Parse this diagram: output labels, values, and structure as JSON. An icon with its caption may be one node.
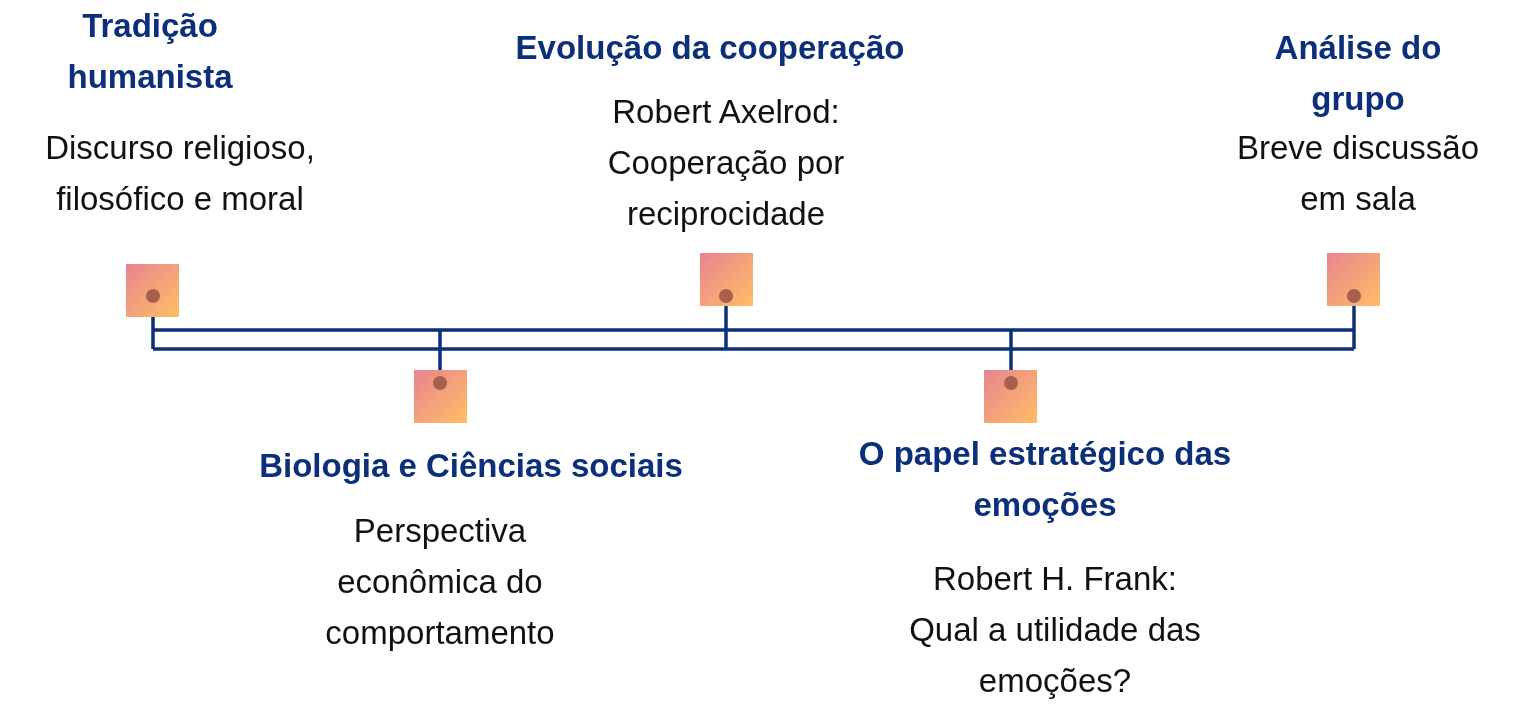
{
  "diagram": {
    "nodes": [
      {
        "text": [],
        "shape": "box",
        "beside": [
          "Tradição humanista",
          "Discurso religioso, filosófico e moral"
        ]
      },
      {
        "text": [],
        "shape": "box",
        "beside": [
          "Biologia e Ciências sociais",
          "Perspectiva econômica do comportamento"
        ]
      },
      {
        "text": [],
        "shape": "box",
        "beside": [
          "Evolução da cooperação",
          "Robert Axelrod: Cooperação por reciprocidade"
        ]
      },
      {
        "text": [],
        "shape": "box",
        "beside": [
          "O papel estratégico das emoções",
          "Robert H. Frank: Qual a utilidade das emoções?"
        ]
      },
      {
        "text": [],
        "shape": "box",
        "beside": [
          "Análise do grupo",
          "Breve discussão em sala"
        ]
      }
    ],
    "edges": []
  }
}
